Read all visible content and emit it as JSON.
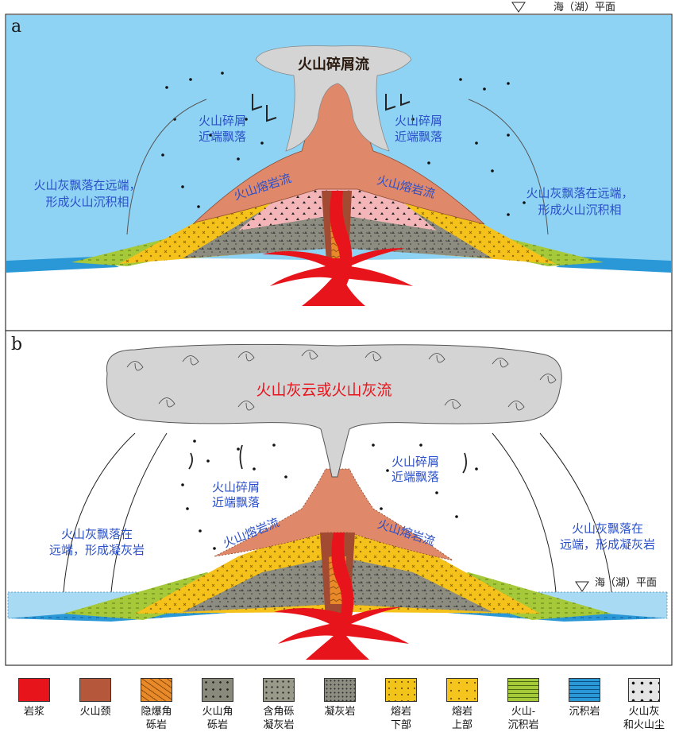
{
  "panel_a": {
    "letter": "a",
    "water_level_label": "海（湖）平面",
    "plume_label": "火山碎屑流",
    "proximal_left": [
      "火山碎屑",
      "近端飘落"
    ],
    "proximal_right": [
      "火山碎屑",
      "近端飘落"
    ],
    "lava_left": "火山熔岩流",
    "lava_right": "火山熔岩流",
    "distal_left": [
      "火山灰飘落在远端，",
      "形成火山沉积相"
    ],
    "distal_right": [
      "火山灰飘落在远端，",
      "形成火山沉积相"
    ]
  },
  "panel_b": {
    "letter": "b",
    "cloud_label": "火山灰云或火山灰流",
    "proximal_left": [
      "火山碎屑",
      "近端飘落"
    ],
    "proximal_right": [
      "火山碎屑",
      "近端飘落"
    ],
    "lava_left": "火山熔岩流",
    "lava_right": "火山熔岩流",
    "distal_left": [
      "火山灰飘落在",
      "远端，形成凝灰岩"
    ],
    "distal_right": [
      "火山灰飘落在",
      "远端，形成凝灰岩"
    ],
    "water_level_label": "海（湖）平面"
  },
  "legend": [
    {
      "label": "岩浆",
      "color": "#e8141b",
      "pattern": "solid"
    },
    {
      "label": "火山颈",
      "color": "#b5573a",
      "pattern": "solid"
    },
    {
      "label": "隐爆角\n砾岩",
      "color": "#e88a2a",
      "pattern": "cracked"
    },
    {
      "label": "火山角\n砾岩",
      "color": "#8a8a7c",
      "pattern": "triangles"
    },
    {
      "label": "含角砾\n凝灰岩",
      "color": "#9a9a8a",
      "pattern": "dots-triangles"
    },
    {
      "label": "凝灰岩",
      "color": "#8c8c80",
      "pattern": "dots"
    },
    {
      "label": "熔岩\n下部",
      "color": "#f2c419",
      "pattern": "crosses"
    },
    {
      "label": "熔岩\n上部",
      "color": "#f5c51e",
      "pattern": "crosses"
    },
    {
      "label": "火山-\n沉积岩",
      "color": "#a6c93a",
      "pattern": "dashes"
    },
    {
      "label": "沉积岩",
      "color": "#2a97d6",
      "pattern": "dashes"
    },
    {
      "label": "火山灰\n和火山尘",
      "color": "#e4e4e4",
      "pattern": "bubbles"
    }
  ],
  "colors": {
    "sky": "#8fd3f4",
    "lava_flow": "#e0896a",
    "neck": "#a34a32",
    "magma": "#e8141b",
    "cloud": "#d4d4d4",
    "text_blue": "#2a4fc8",
    "text_red": "#e8141b"
  }
}
